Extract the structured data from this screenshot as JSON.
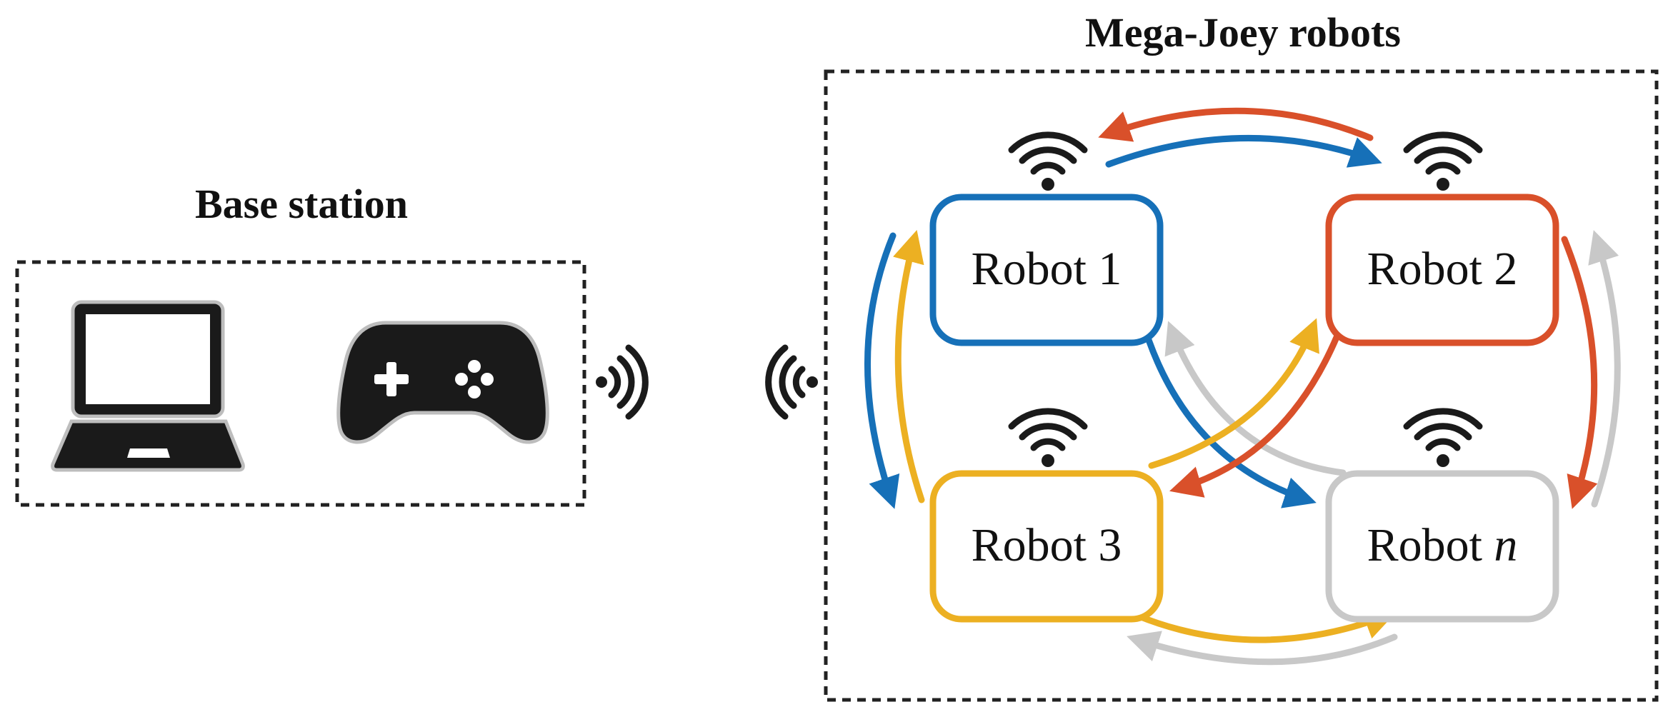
{
  "base_station": {
    "title": "Base station",
    "devices": [
      {
        "name": "laptop",
        "icon": "laptop-icon"
      },
      {
        "name": "gamepad",
        "icon": "gamepad-icon"
      }
    ]
  },
  "robots_group": {
    "title": "Mega-Joey robots",
    "robots": [
      {
        "prefix": "Robot ",
        "suffix": "1",
        "italic": false,
        "color": "#1670b8"
      },
      {
        "prefix": "Robot ",
        "suffix": "2",
        "italic": false,
        "color": "#d9502a"
      },
      {
        "prefix": "Robot ",
        "suffix": "3",
        "italic": false,
        "color": "#ecb022"
      },
      {
        "prefix": "Robot ",
        "suffix": "n",
        "italic": true,
        "color": "#c8c8c8"
      }
    ]
  },
  "icons": {
    "wireless": "wifi-icon",
    "signal": "wireless-signal-icon"
  },
  "colors": {
    "robot1_blue": "#1670b8",
    "robot2_orange": "#d9502a",
    "robot3_yellow": "#ecb022",
    "robotn_gray": "#c8c8c8",
    "icon_black": "#1a1a1a"
  }
}
